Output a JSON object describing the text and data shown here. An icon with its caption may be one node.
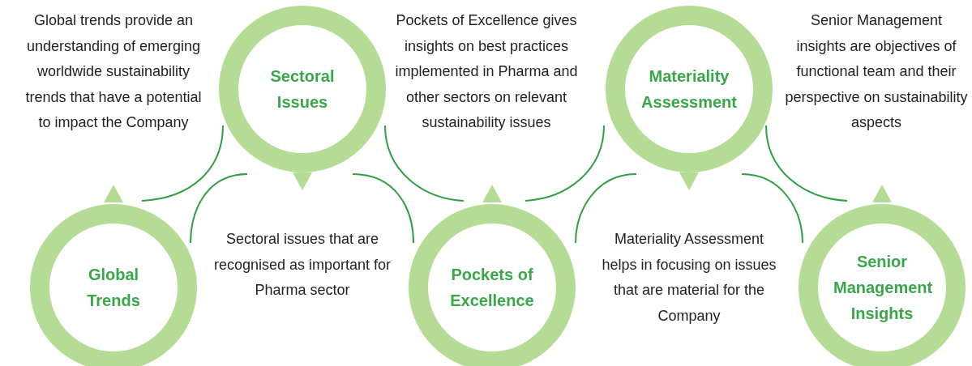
{
  "diagram": {
    "nodes": [
      {
        "text": [
          "Global Trends"
        ]
      },
      {
        "text": [
          "Sectoral Issues"
        ]
      },
      {
        "text": [
          "Pockets of Excellence"
        ]
      },
      {
        "text": [
          "Materiality Assessment"
        ]
      },
      {
        "text": [
          "Senior Management Insights"
        ]
      }
    ],
    "edges": [],
    "labels": [
      "Global trends provide an understanding of emerging worldwide sustainability trends that  have a potential to impact the Company",
      "Sectoral issues that are recognised as important for Pharma sector",
      "Pockets of Excellence gives insights on best practices implemented in Pharma and other sectors on relevant sustainability issues",
      "Materiality Assessment helps in focusing on issues that are material for the Company",
      "Senior Management insights are objectives of functional team and their perspective on sustainability aspects"
    ]
  }
}
